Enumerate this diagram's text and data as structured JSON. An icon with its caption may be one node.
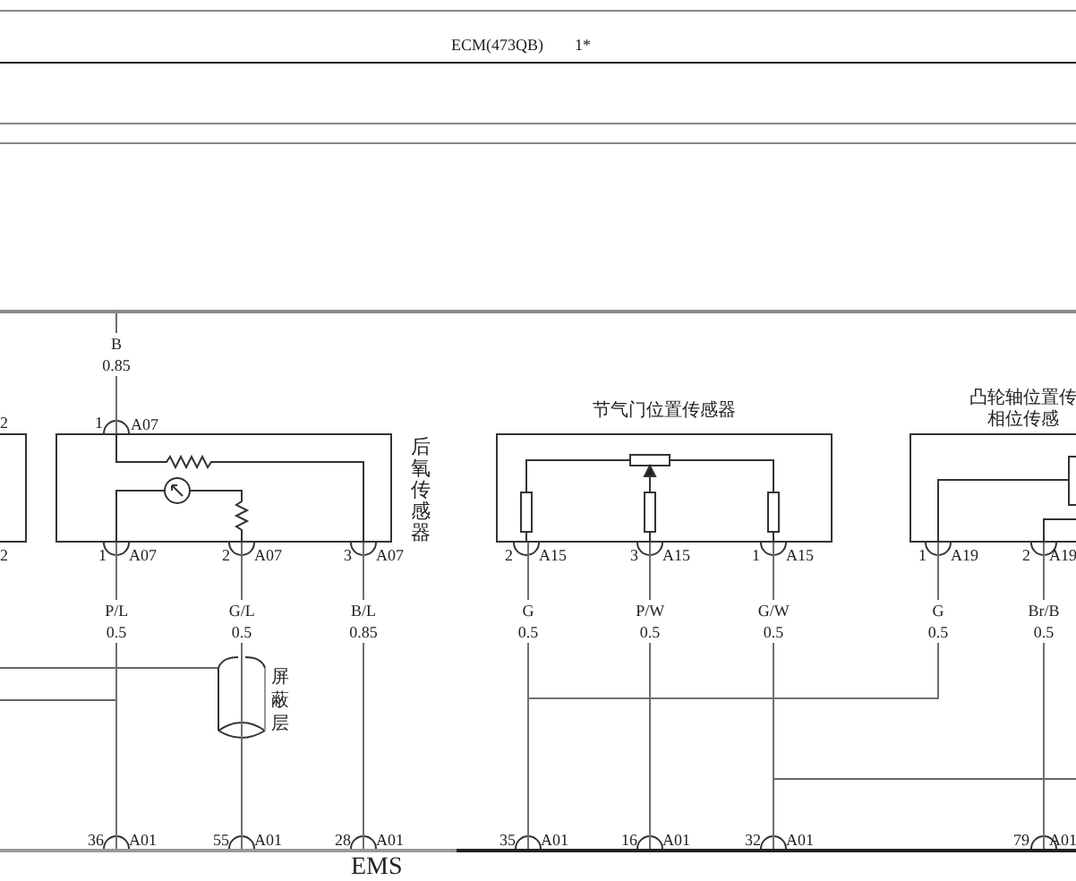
{
  "diagram": {
    "nodes": [
      {
        "text": [
          "后氧传感器"
        ]
      },
      {
        "text": [
          "节气门位置传感器"
        ]
      },
      {
        "text": [
          "凸轮轴位置传相位传感"
        ]
      },
      {
        "text": [],
        "shape": "box",
        "beside": [
          "2",
          "2"
        ]
      },
      {
        "text": [
          "EMS"
        ]
      },
      {
        "text": [],
        "shape": "bar"
      }
    ],
    "edges": [
      {
        "from": 5,
        "to": 0,
        "arrow": "none",
        "label": "B 0.85"
      },
      {
        "from": 0,
        "to": 4,
        "arrow": "none",
        "label": "P/L 0.5"
      },
      {
        "from": 0,
        "to": 4,
        "arrow": "none",
        "label": "G/L 0.5"
      },
      {
        "from": 0,
        "to": 4,
        "arrow": "none",
        "label": "B/L 0.85"
      },
      {
        "from": 1,
        "to": 4,
        "arrow": "none",
        "label": "G 0.5"
      },
      {
        "from": 1,
        "to": 4,
        "arrow": "none",
        "label": "P/W 0.5"
      },
      {
        "from": 1,
        "to": 4,
        "arrow": "none",
        "label": "G/W 0.5"
      },
      {
        "from": 2,
        "to": 4,
        "arrow": "none",
        "label": "G 0.5"
      },
      {
        "from": 2,
        "to": 4,
        "arrow": "none",
        "label": "Br/B 0.5"
      }
    ],
    "labels": [
      "ECM(473QB)",
      "1*",
      "1",
      "A07",
      "1",
      "A07",
      "2",
      "A07",
      "3",
      "A07",
      "2",
      "A15",
      "3",
      "A15",
      "1",
      "A15",
      "1",
      "A19",
      "2",
      "A19",
      "屏蔽层",
      "36",
      "A01",
      "55",
      "A01",
      "28",
      "A01",
      "35",
      "A01",
      "16",
      "A01",
      "32",
      "A01",
      "79",
      "A01"
    ]
  }
}
